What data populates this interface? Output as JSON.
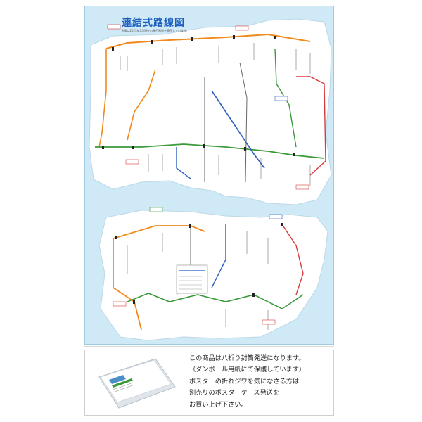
{
  "poster": {
    "title": "連結式路線図",
    "subtitle": "※図は2023年3月現在の運行形態を表示しています。",
    "colors": {
      "sea": "#cfe9f6",
      "land": "#ffffff",
      "line_orange": "#f08a1c",
      "line_green": "#3a9a3a",
      "line_blue": "#2a5fbf",
      "line_red": "#d63a3a",
      "line_gray": "#666666"
    }
  },
  "notice": {
    "lines": [
      "この商品は八折り封筒発送になります。",
      "（ダンボール用紙にて保護しています）",
      "ポスターの折れジワを気になさる方は",
      "別売りのポスターケース発送を",
      "お買い上げ下さい。"
    ]
  },
  "icons": {
    "envelope": "envelope-icon"
  }
}
